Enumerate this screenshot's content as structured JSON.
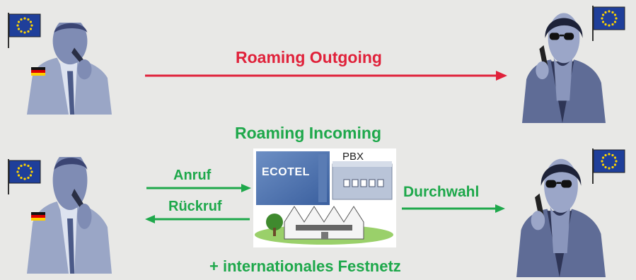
{
  "labels": {
    "roaming_outgoing": "Roaming Outgoing",
    "roaming_incoming": "Roaming Incoming",
    "anruf": "Anruf",
    "rueckruf": "Rückruf",
    "durchwahl": "Durchwahl",
    "festnetz": "+ internationales Festnetz"
  },
  "building": {
    "ecotel_label": "ECOTEL",
    "pbx_label": "PBX"
  },
  "colors": {
    "outgoing": "#e0213a",
    "incoming": "#1ea84b",
    "eu_blue": "#1f3f9a",
    "eu_star": "#ffd500"
  },
  "icons": {
    "eu_flag": "eu-flag-icon",
    "german_flag": "german-flag-icon",
    "caller": "businessman-phone-icon",
    "receiver": "woman-phone-icon"
  }
}
